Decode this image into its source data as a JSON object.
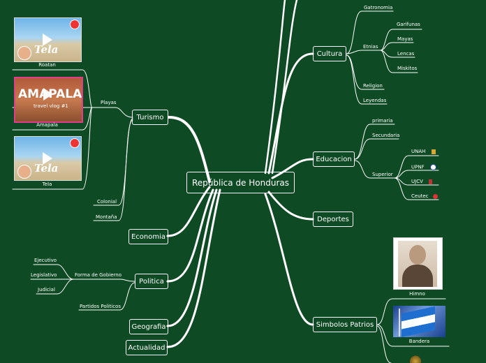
{
  "root": {
    "label": "República de Honduras"
  },
  "turismo": {
    "label": "Turismo",
    "playas_label": "Playas",
    "videos": [
      {
        "caption": "Roatan",
        "title_text": "Tela"
      },
      {
        "caption": "Amapala",
        "title_text": "AMAPALA",
        "subtitle_text": "travel vlog #1"
      },
      {
        "caption": "Tela",
        "title_text": "Tela"
      }
    ],
    "colonial": "Colonial",
    "montana": "Montaña"
  },
  "economia": {
    "label": "Economia"
  },
  "politica": {
    "label": "Politica",
    "forma_label": "Forma de Gobierno",
    "poderes": [
      "Ejecutivo",
      "Legislativo",
      "Judicial"
    ],
    "partidos": "Partidos Politicos"
  },
  "geografia": {
    "label": "Geografia"
  },
  "actualidad": {
    "label": "Actualidad"
  },
  "cultura": {
    "label": "Cultura",
    "gastronomia": "Gatronomia",
    "etnias_label": "Etnias",
    "etnias": [
      "Garifunas",
      "Mayas",
      "Lencas",
      "Miskitos"
    ],
    "religion": "Religion",
    "leyendas": "Leyendas"
  },
  "educacion": {
    "label": "Educacion",
    "primaria": "primaria",
    "secundaria": "Secundaria",
    "superior_label": "Superior",
    "universidades": [
      "UNAH",
      "UPNF",
      "UJCV",
      "Ceutec"
    ]
  },
  "deportes": {
    "label": "Deportes"
  },
  "simbolos": {
    "label": "Simbolos Patrios",
    "himno": "Himno",
    "bandera": "Bandera"
  },
  "colors": {
    "background": "#0e4a24",
    "line": "#ffffff",
    "flag_blue": "#1f6fd1"
  }
}
